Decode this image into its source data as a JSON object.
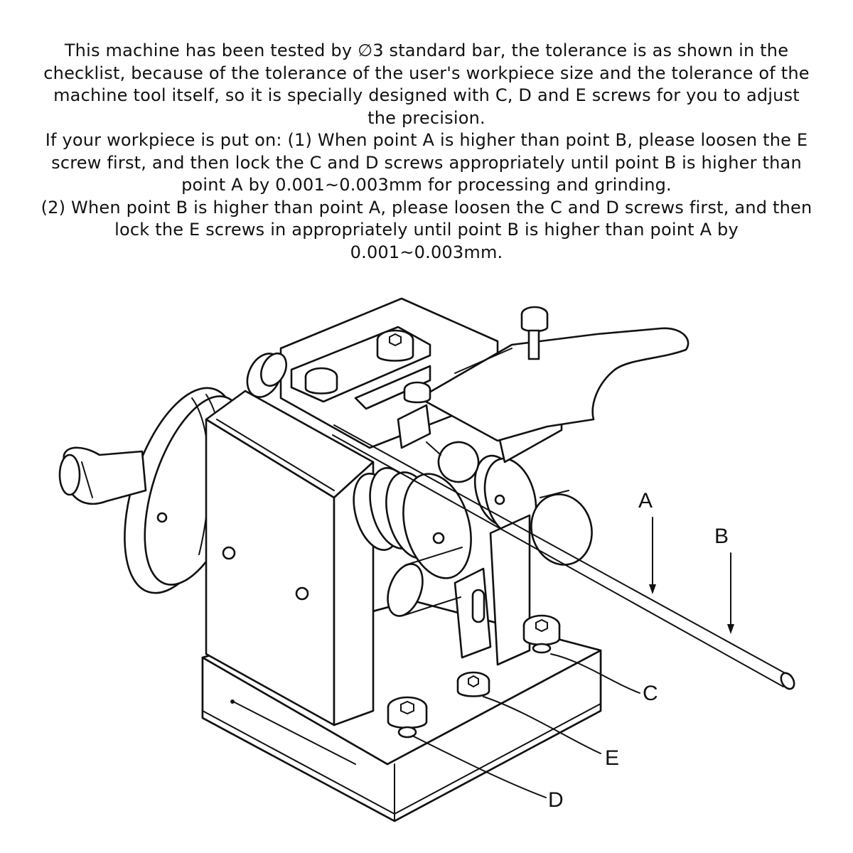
{
  "instructions": {
    "lines": [
      "This machine has been tested by ∅3 standard bar, the tolerance is as shown in the",
      "checklist, because of the tolerance of the user's workpiece size and the tolerance of the",
      "machine tool itself, so it is specially designed with C, D and E screws for you to adjust",
      "the precision.",
      "If your workpiece is put on: (1) When point A is higher than point B, please loosen the E",
      "screw first, and then lock the C and D screws appropriately until point B is higher than",
      "point A by 0.001~0.003mm for processing and grinding.",
      "(2) When point B is higher than point A, please loosen the C and D screws first, and then",
      "lock the E screws in appropriately until point B is higher than point A by",
      "0.001~0.003mm."
    ]
  },
  "diagram": {
    "labels": {
      "a": "A",
      "b": "B",
      "c": "C",
      "d": "D",
      "e": "E"
    }
  }
}
